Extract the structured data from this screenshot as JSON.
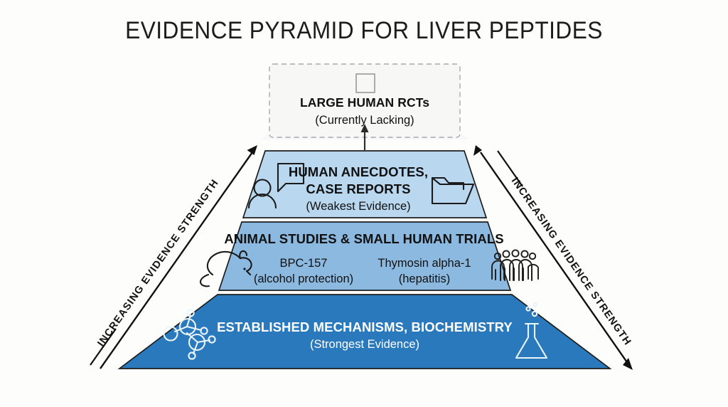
{
  "title": "EVIDENCE PYRAMID FOR LIVER PEPTIDES",
  "background_color": "#fdfdfb",
  "axes": {
    "left_label": "INCREASING EVIDENCE STRENGTH",
    "right_label": "INCREASING EVIDENCE STRENGTH"
  },
  "apex": {
    "heading": "LARGE HUMAN RCTs",
    "subtext": "(Currently Lacking)",
    "style": "dashed-outline",
    "icon": "empty-square-icon",
    "fill_color": "#f7f7f5",
    "border_color": "#a8a8a8"
  },
  "tiers": [
    {
      "id": "human-anecdotes",
      "heading_line1": "HUMAN ANECDOTES,",
      "heading_line2": "CASE REPORTS",
      "subtext": "(Weakest Evidence)",
      "fill_color": "#b9d7ef",
      "text_color": "#111111",
      "icon_left": "person-speech-bubble-icon",
      "icon_right": "open-folder-icon"
    },
    {
      "id": "animal-studies",
      "heading_line1": "ANIMAL STUDIES & SMALL HUMAN TRIALS",
      "subtext": "",
      "fill_color": "#8cb9e0",
      "text_color": "#111111",
      "icon_left": "mouse-icon",
      "icon_right": "crowd-people-icon",
      "items": [
        {
          "name": "BPC-157",
          "note": "(alcohol protection)"
        },
        {
          "name": "Thymosin alpha-1",
          "note": "(hepatitis)"
        }
      ]
    },
    {
      "id": "established-mechanisms",
      "heading_line1": "ESTABLISHED MECHANISMS, BIOCHEMISTRY",
      "subtext": "(Strongest Evidence)",
      "fill_color": "#2a79bd",
      "text_color": "#ffffff",
      "icon_left": "molecule-icon",
      "icon_right": "flask-icon"
    }
  ]
}
